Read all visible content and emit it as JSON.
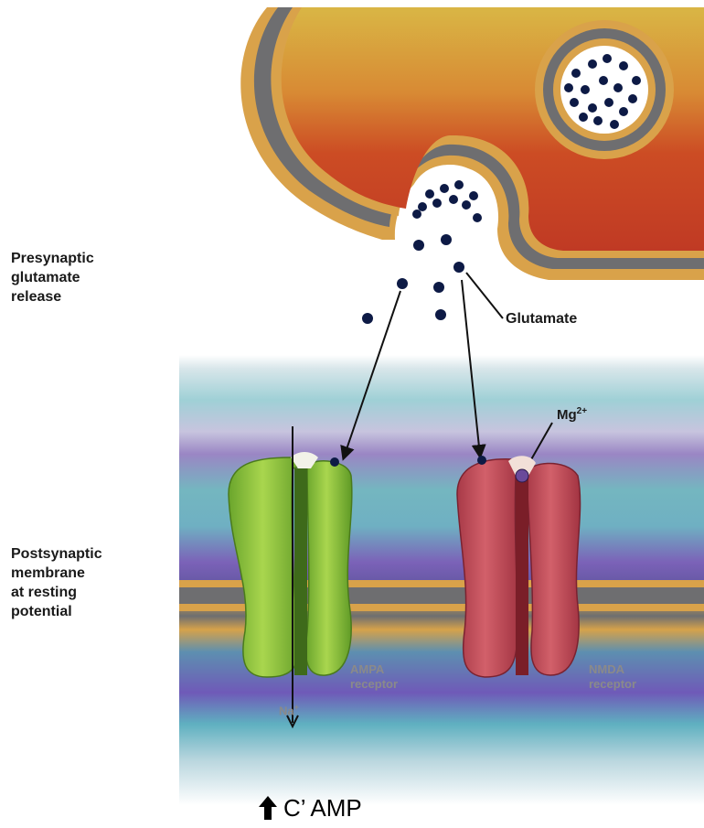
{
  "labels": {
    "presynaptic": "Presynaptic\nglutamate\nrelease",
    "postsynaptic": "Postsynaptic\nmembrane\nat resting\npotential",
    "glutamate": "Glutamate",
    "mg": "Mg",
    "mg_charge": "2+",
    "ampa": "AMPA\nreceptor",
    "nmda": "NMDA\nreceptor",
    "na": "Na",
    "na_charge": "+",
    "camp": "C’ AMP"
  },
  "icons": {
    "camp_arrow": "arrow-up-icon"
  },
  "colors": {
    "terminal_fill": "#c94a26",
    "terminal_top": "#d6a23a",
    "membrane_orange": "#d9a24a",
    "membrane_gray": "#7a7a7a",
    "vesicle_dot": "#0d1a45",
    "ampa_green": "#8ec63f",
    "nmda_red": "#c8505a",
    "postsyn_purple": "#8a6bb0",
    "postsyn_teal": "#5fb2b8"
  }
}
